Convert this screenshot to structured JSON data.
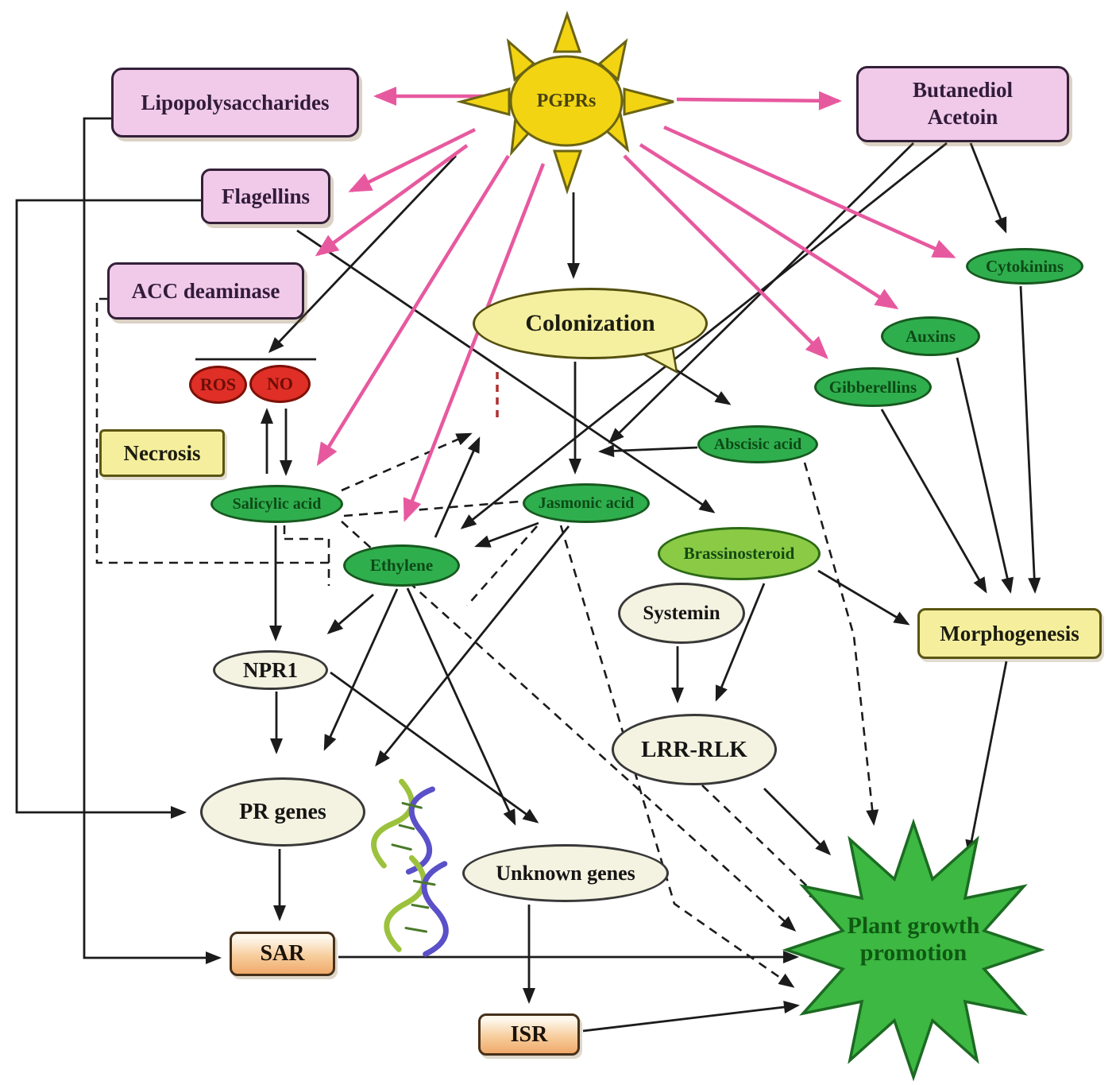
{
  "diagram": {
    "sun": {
      "label": "PGPRs"
    },
    "nodes": {
      "lipopolysaccharides": "Lipopolysaccharides",
      "flagellins": "Flagellins",
      "acc_deaminase": "ACC deaminase",
      "butanediol": {
        "line1": "Butanediol",
        "line2": "Acetoin"
      },
      "colonization": "Colonization",
      "cytokinins": "Cytokinins",
      "auxins": "Auxins",
      "gibberellins": "Gibberellins",
      "abscisic_acid": "Abscisic acid",
      "ros": "ROS",
      "no": "NO",
      "necrosis": "Necrosis",
      "salicylic_acid": "Salicylic acid",
      "jasmonic_acid": "Jasmonic acid",
      "ethylene": "Ethylene",
      "brassinosteroid": "Brassinosteroid",
      "systemin": "Systemin",
      "npr1": "NPR1",
      "lrr_rlk": "LRR-RLK",
      "morphogenesis": "Morphogenesis",
      "pr_genes": "PR genes",
      "unknown_genes": "Unknown genes",
      "sar": "SAR",
      "isr": "ISR",
      "plant_growth_promotion": {
        "line1": "Plant growth",
        "line2": "promotion"
      }
    },
    "colors": {
      "pink_arrow": "#e7599f",
      "black_arrow": "#1b1b1b",
      "inhibition_tick_red": "#b03030",
      "node_green": "#2fae4e",
      "node_light_green": "#8aca45",
      "node_pink": "#f1c9e9",
      "node_yellow": "#f5ef9d",
      "node_cream": "#f4f2e0",
      "node_red": "#df2f26",
      "node_orange": "#f0a96b",
      "star_green": "#3cb843",
      "sun_yellow": "#f2d413"
    },
    "edges": [
      {
        "from": "pgprs",
        "to": "lipopolysaccharides",
        "style": "pink-solid"
      },
      {
        "from": "pgprs",
        "to": "butanediol",
        "style": "pink-solid"
      },
      {
        "from": "pgprs",
        "to": "flagellins",
        "style": "pink-solid"
      },
      {
        "from": "pgprs",
        "to": "acc_deaminase",
        "style": "pink-solid"
      },
      {
        "from": "pgprs",
        "to": "salicylic_acid",
        "style": "pink-solid"
      },
      {
        "from": "pgprs",
        "to": "ethylene",
        "style": "pink-solid"
      },
      {
        "from": "pgprs",
        "to": "gibberellins",
        "style": "pink-solid"
      },
      {
        "from": "pgprs",
        "to": "auxins",
        "style": "pink-solid"
      },
      {
        "from": "pgprs",
        "to": "cytokinins",
        "style": "pink-solid"
      },
      {
        "from": "pgprs",
        "to": "colonization",
        "style": "black-solid"
      },
      {
        "from": "pgprs",
        "to": "ros_no",
        "style": "black-solid"
      },
      {
        "from": "ros_no",
        "to": "salicylic_acid",
        "style": "black-solid-double"
      },
      {
        "from": "colonization",
        "to": "jasmonic_acid",
        "style": "black-solid"
      },
      {
        "from": "colonization",
        "to": "abscisic_acid",
        "style": "black-solid"
      },
      {
        "from": "abscisic_acid",
        "to": "jasmonic_acid",
        "style": "black-solid"
      },
      {
        "from": "butanediol",
        "to": "jasmonic_acid",
        "style": "black-solid"
      },
      {
        "from": "butanediol",
        "to": "ethylene",
        "style": "black-solid"
      },
      {
        "from": "butanediol",
        "to": "cytokinins",
        "style": "black-solid"
      },
      {
        "from": "jasmonic_acid",
        "to": "ethylene",
        "style": "black-solid"
      },
      {
        "from": "flagellins",
        "to": "brassinosteroid",
        "style": "black-solid"
      },
      {
        "from": "cytokinins",
        "to": "morphogenesis",
        "style": "black-solid"
      },
      {
        "from": "auxins",
        "to": "morphogenesis",
        "style": "black-solid"
      },
      {
        "from": "gibberellins",
        "to": "morphogenesis",
        "style": "black-solid"
      },
      {
        "from": "brassinosteroid",
        "to": "morphogenesis",
        "style": "black-solid"
      },
      {
        "from": "morphogenesis",
        "to": "plant_growth_promotion",
        "style": "black-solid"
      },
      {
        "from": "salicylic_acid",
        "to": "npr1",
        "style": "black-solid"
      },
      {
        "from": "ethylene",
        "to": "npr1",
        "style": "black-solid"
      },
      {
        "from": "npr1",
        "to": "pr_genes",
        "style": "black-solid"
      },
      {
        "from": "ethylene",
        "to": "pr_genes",
        "style": "black-solid"
      },
      {
        "from": "jasmonic_acid",
        "to": "pr_genes",
        "style": "black-solid"
      },
      {
        "from": "ethylene",
        "to": "unknown_genes",
        "style": "black-solid"
      },
      {
        "from": "npr1",
        "to": "unknown_genes",
        "style": "black-solid"
      },
      {
        "from": "systemin",
        "to": "lrr_rlk",
        "style": "black-solid"
      },
      {
        "from": "brassinosteroid",
        "to": "lrr_rlk",
        "style": "black-solid"
      },
      {
        "from": "lrr_rlk",
        "to": "plant_growth_promotion",
        "style": "black-solid"
      },
      {
        "from": "pr_genes",
        "to": "sar",
        "style": "black-solid"
      },
      {
        "from": "unknown_genes",
        "to": "isr",
        "style": "black-solid"
      },
      {
        "from": "sar",
        "to": "plant_growth_promotion",
        "style": "black-solid"
      },
      {
        "from": "isr",
        "to": "plant_growth_promotion",
        "style": "black-solid"
      },
      {
        "from": "flagellins",
        "to": "pr_genes",
        "style": "black-solid-elbow"
      },
      {
        "from": "lipopolysaccharides",
        "to": "sar",
        "style": "black-solid-elbow"
      },
      {
        "from": "ethylene",
        "to": "inhibition_tick",
        "style": "black-solid"
      },
      {
        "from": "salicylic_acid",
        "to": "inhibition_tick",
        "style": "black-dashed"
      },
      {
        "from": "acc_deaminase",
        "to": "ethylene",
        "style": "black-dashed-elbow"
      },
      {
        "from": "salicylic_acid",
        "to": "jasmonic_acid",
        "style": "black-dashed"
      },
      {
        "from": "salicylic_acid",
        "to": "plant_growth_promotion",
        "style": "black-dashed"
      },
      {
        "from": "jasmonic_acid",
        "to": "plant_growth_promotion",
        "style": "black-dashed"
      },
      {
        "from": "lrr_rlk",
        "to": "plant_growth_promotion",
        "style": "black-dashed"
      },
      {
        "from": "abscisic_acid",
        "to": "plant_growth_promotion",
        "style": "black-dashed"
      }
    ]
  }
}
